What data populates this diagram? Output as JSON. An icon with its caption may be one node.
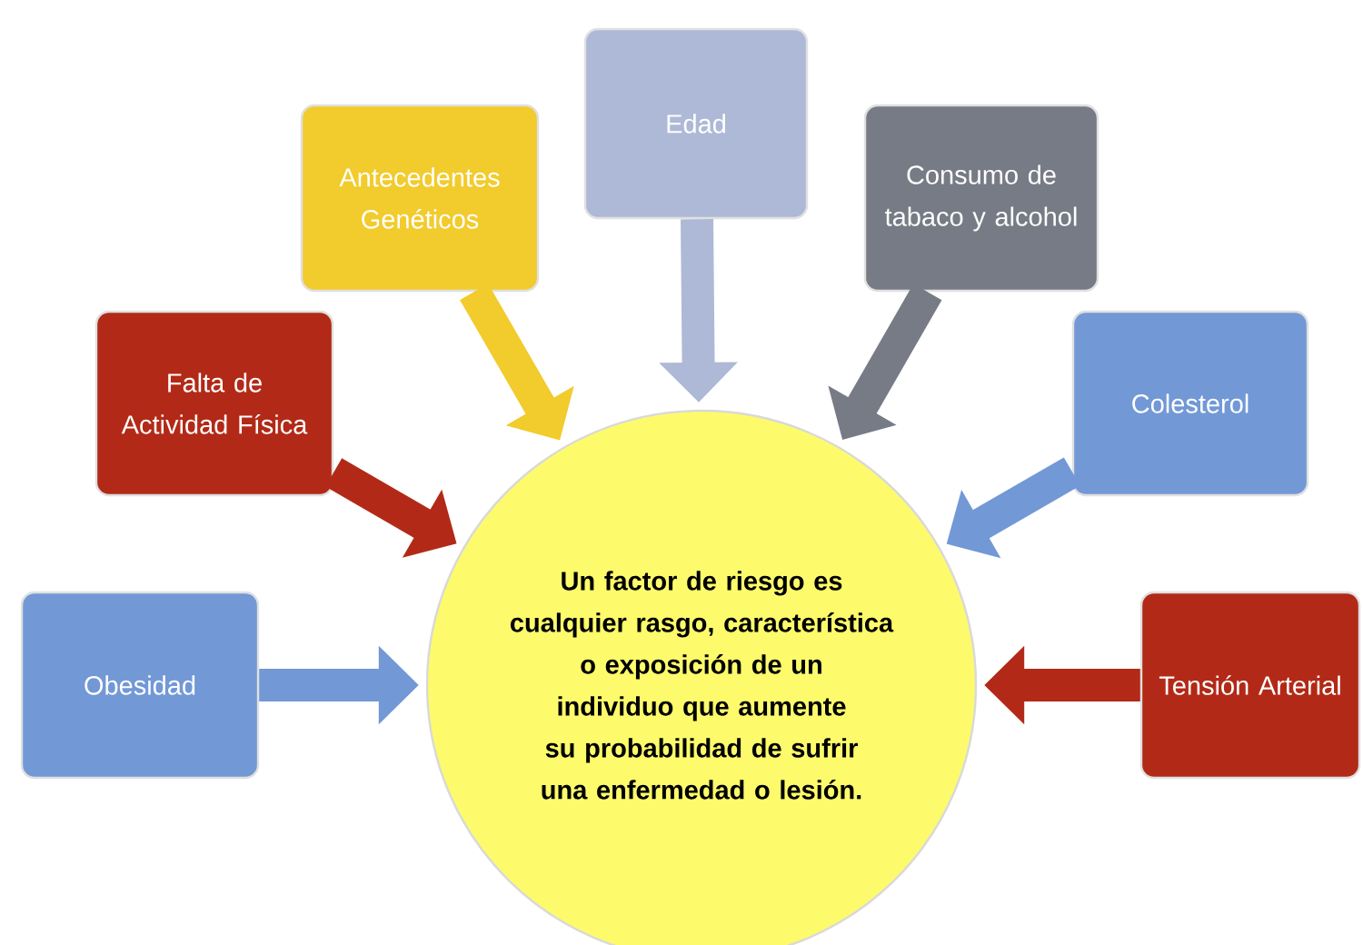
{
  "diagram": {
    "nodes": [
      {
        "text": [
          "Edad"
        ]
      },
      {
        "text": [
          "Antecedentes Genéticos"
        ]
      },
      {
        "text": [
          "Consumo de tabaco y alcohol"
        ]
      },
      {
        "text": [
          "Falta de Actividad Física"
        ]
      },
      {
        "text": [
          "Colesterol"
        ]
      },
      {
        "text": [
          "Un factor de riesgo es cualquier rasgo, característica o exposición de un individuo que aumente su probabilidad de sufrir una enfermedad o lesión."
        ]
      },
      {
        "text": [
          "Obesidad"
        ]
      },
      {
        "text": [
          "Tensión Arterial"
        ]
      }
    ],
    "edges": [
      {
        "from": 0,
        "to": 5,
        "arrow": "to",
        "color": "#adb9d6"
      },
      {
        "from": 1,
        "to": 5,
        "arrow": "to",
        "color": "#f2cb2c"
      },
      {
        "from": 2,
        "to": 5,
        "arrow": "to",
        "color": "#777b85"
      },
      {
        "from": 3,
        "to": 5,
        "arrow": "to",
        "color": "#b22a17"
      },
      {
        "from": 4,
        "to": 5,
        "arrow": "to",
        "color": "#7298d6"
      },
      {
        "from": 6,
        "to": 5,
        "arrow": "to",
        "color": "#7298d6"
      },
      {
        "from": 7,
        "to": 5,
        "arrow": "to",
        "color": "#b22a17"
      }
    ]
  }
}
